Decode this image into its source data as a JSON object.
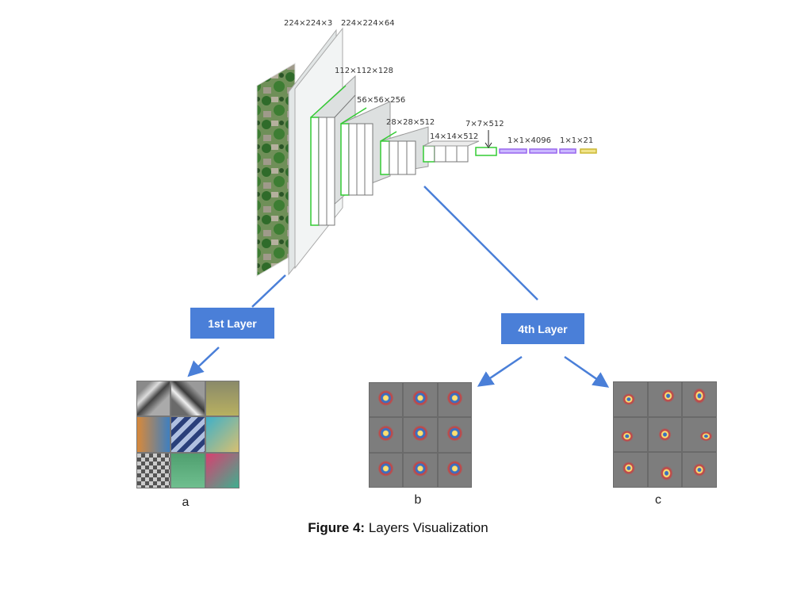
{
  "network": {
    "dims": [
      {
        "id": "input",
        "label": "224×224×3"
      },
      {
        "id": "conv1",
        "label": "224×224×64"
      },
      {
        "id": "conv2",
        "label": "112×112×128"
      },
      {
        "id": "conv3",
        "label": "56×56×256"
      },
      {
        "id": "conv4",
        "label": "28×28×512"
      },
      {
        "id": "conv5",
        "label": "14×14×512"
      },
      {
        "id": "pool5",
        "label": "7×7×512"
      },
      {
        "id": "fc",
        "label": "1×1×4096"
      },
      {
        "id": "out",
        "label": "1×1×21"
      }
    ]
  },
  "layers": {
    "first": "1st Layer",
    "fourth": "4th Layer"
  },
  "panels": {
    "a": "a",
    "b": "b",
    "c": "c"
  },
  "caption": {
    "bold": "Figure 4:",
    "text": " Layers Visualization"
  },
  "colors": {
    "accent_blue": "#4a7fd8",
    "conv_green": "#33cc33",
    "fc_purple": "#9966ee",
    "out_yellow": "#ddcc44",
    "panel_gray": "#7d7d7d"
  }
}
